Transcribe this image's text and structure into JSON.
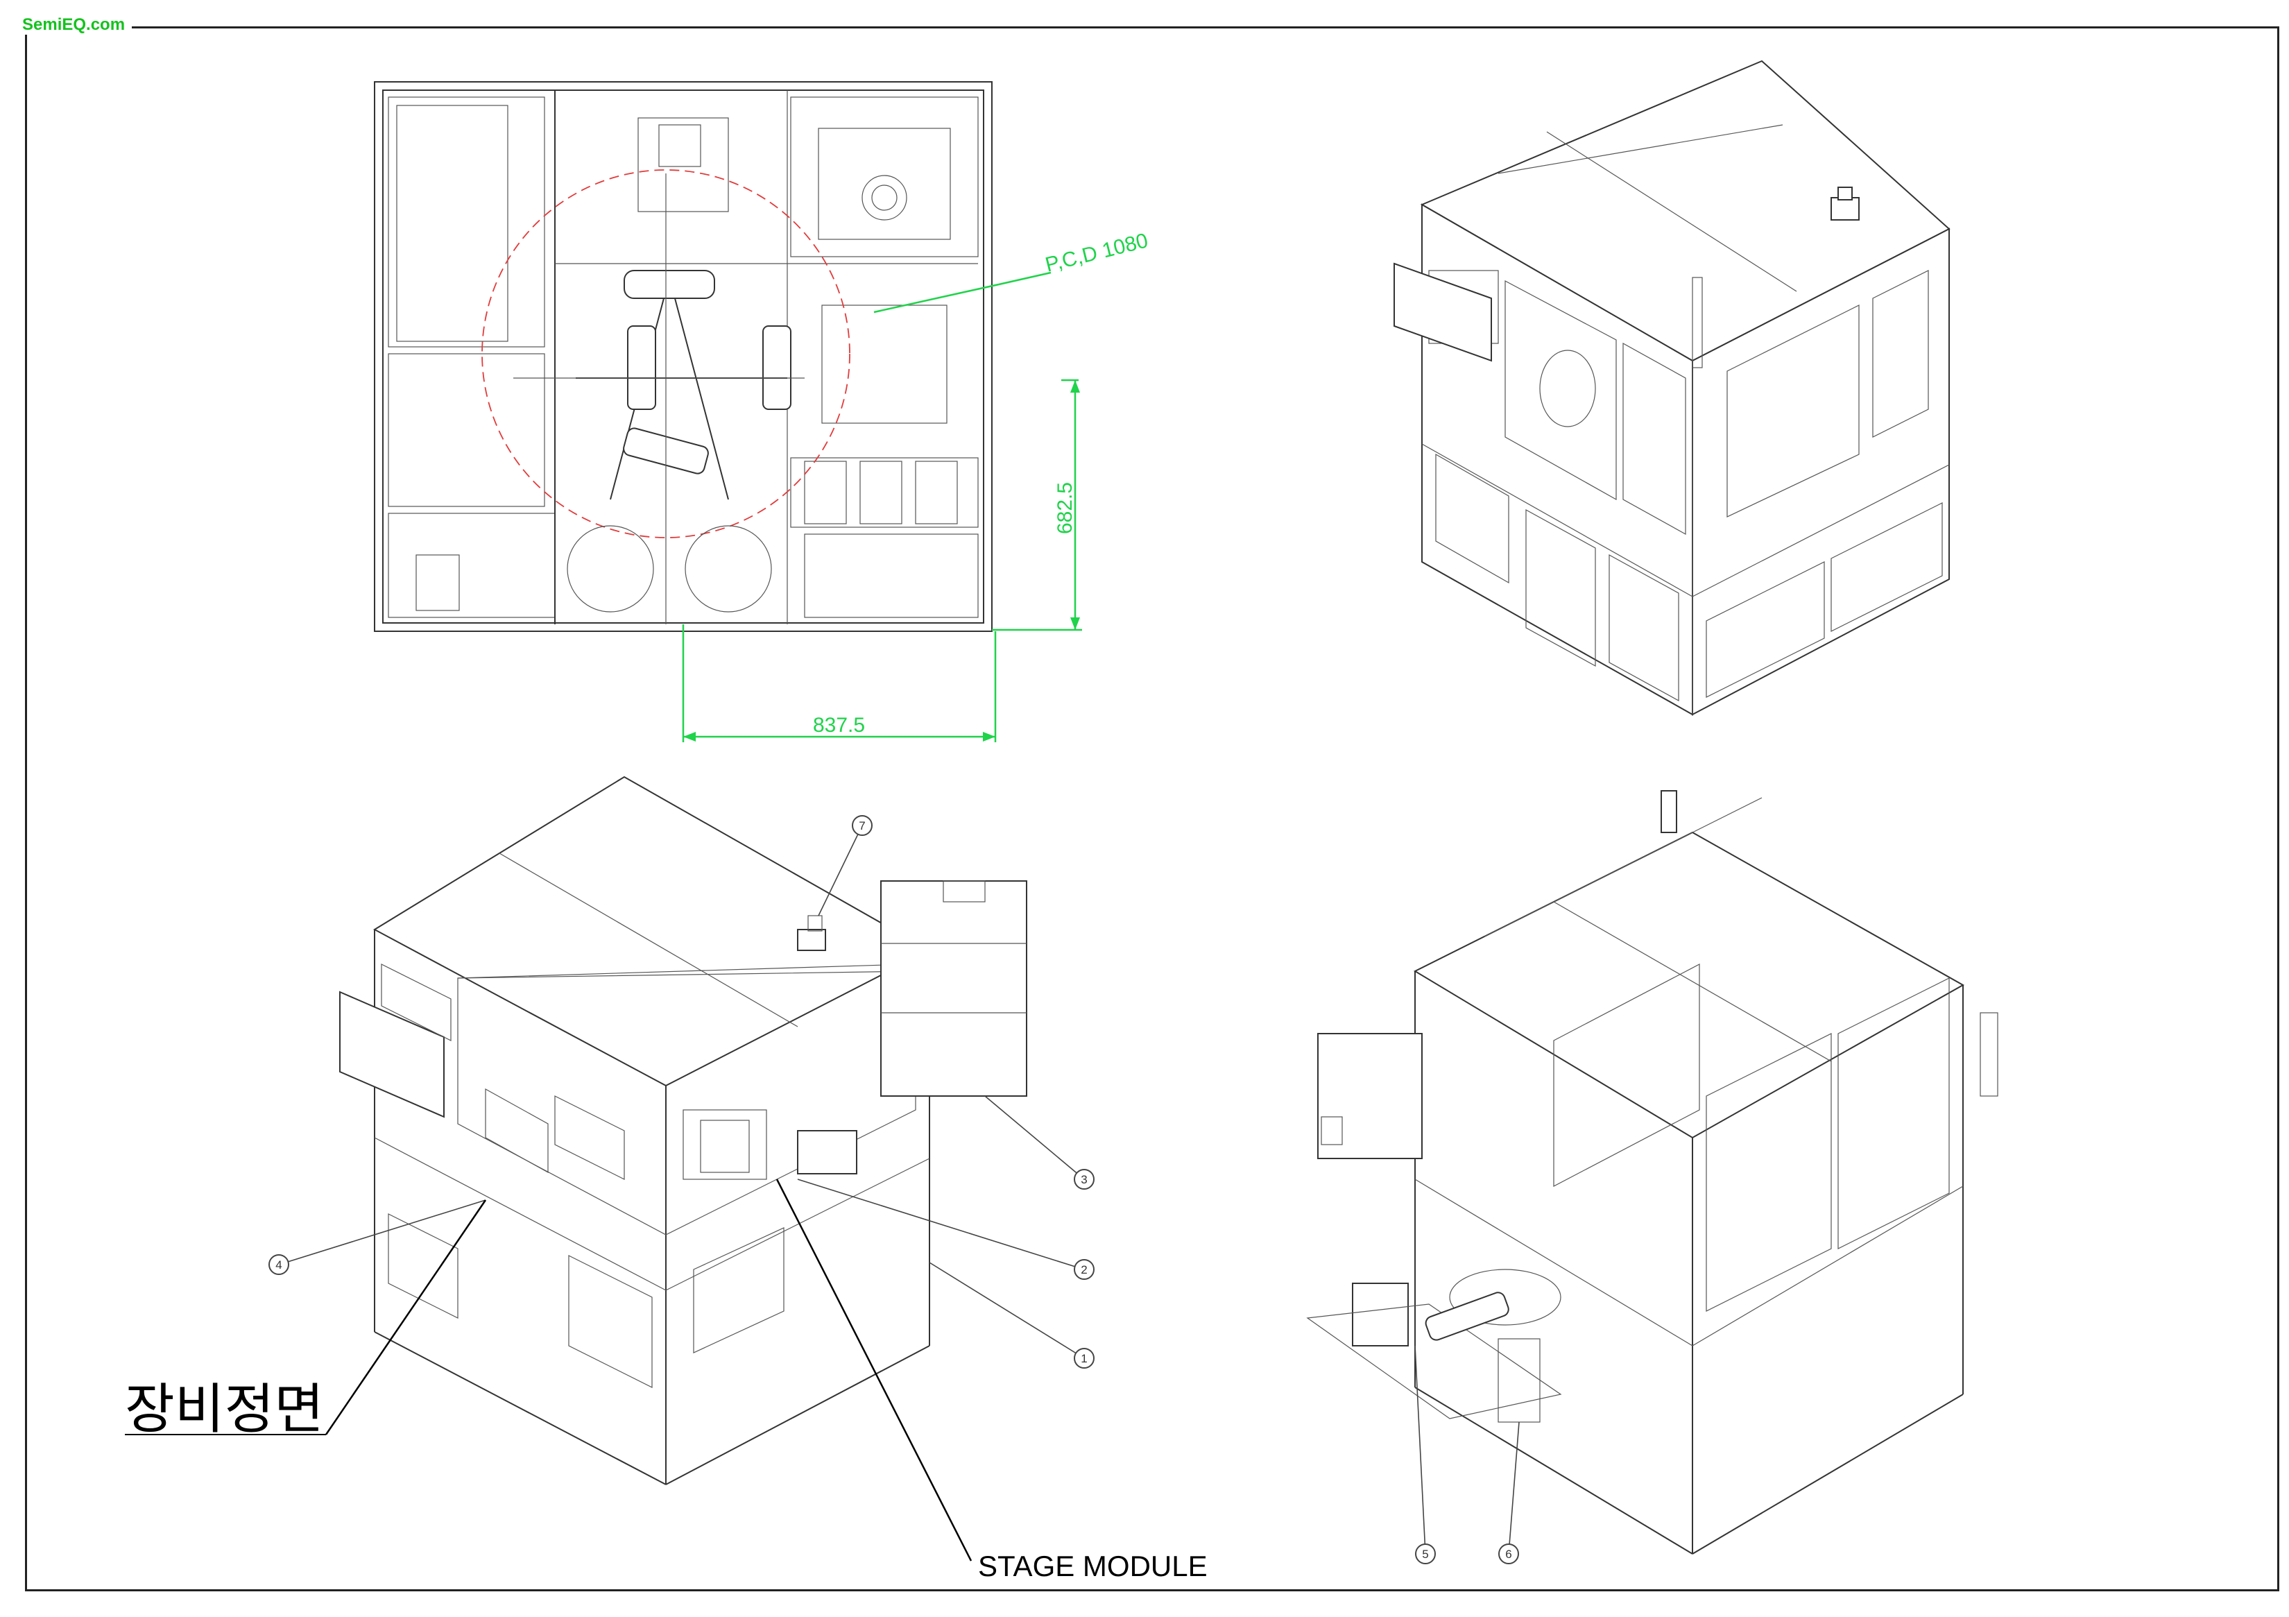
{
  "brand": {
    "logo_text": "SemiEQ.com",
    "logo_color": "#15c21e"
  },
  "top_view": {
    "dimension_pcd": "P,C,D 1080",
    "dimension_height": "682.5",
    "dimension_width": "837.5",
    "dimension_color": "#1fd34a"
  },
  "callouts": {
    "front_label": "장비정면",
    "stage_label": "STAGE MODULE"
  },
  "balloons": {
    "b1": "1",
    "b2": "2",
    "b3": "3",
    "b4": "4",
    "b5": "5",
    "b6": "6",
    "b7": "7"
  }
}
